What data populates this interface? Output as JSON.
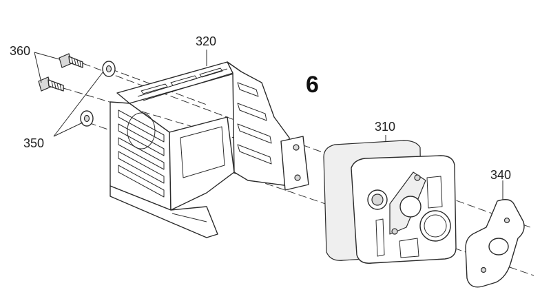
{
  "figure": {
    "step_number": "6",
    "callouts": {
      "screws": "360",
      "washers": "350",
      "muffler_guard": "320",
      "muffler": "310",
      "gasket": "340"
    }
  }
}
